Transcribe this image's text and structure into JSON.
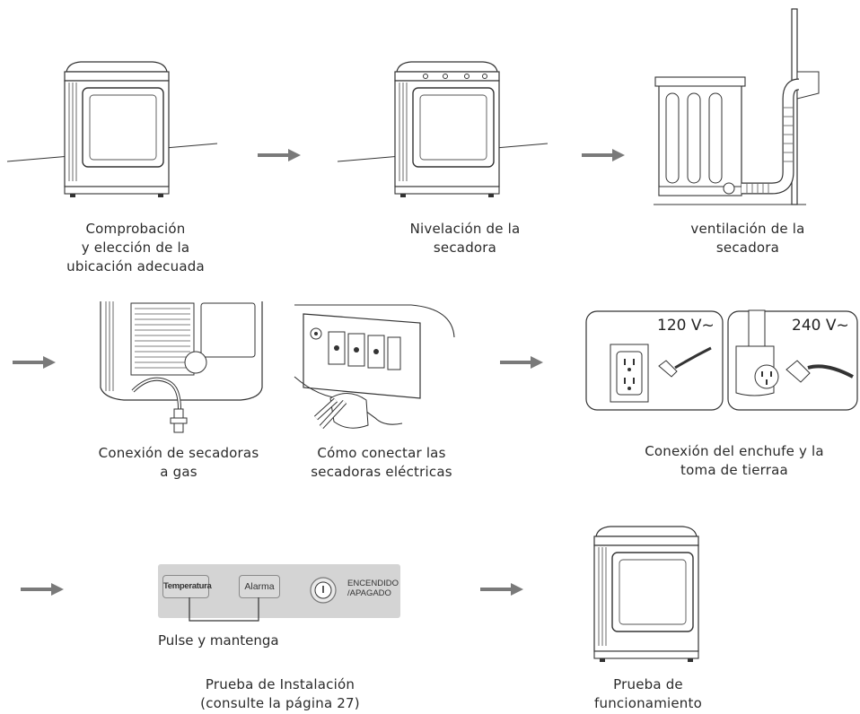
{
  "steps": [
    {
      "id": "location",
      "lines": [
        "Comprobación",
        "y elección de la",
        "ubicación adecuada"
      ]
    },
    {
      "id": "leveling",
      "lines": [
        "Nivelación de la",
        "secadora"
      ]
    },
    {
      "id": "venting",
      "lines": [
        "ventilación de la",
        "secadora"
      ]
    },
    {
      "id": "gas",
      "lines": [
        "Conexión de secadoras",
        "a gas"
      ]
    },
    {
      "id": "electric",
      "lines": [
        "Cómo conectar las",
        "secadoras eléctricas"
      ]
    },
    {
      "id": "plug",
      "lines": [
        "Conexión del enchufe y la",
        "toma de tierraa"
      ]
    },
    {
      "id": "install_test",
      "lines": [
        "Prueba de Instalación",
        "(consulte la página 27)"
      ]
    },
    {
      "id": "operation_test",
      "lines": [
        "Prueba de",
        "funcionamiento"
      ]
    }
  ],
  "outlets": {
    "v120": "120 V~",
    "v240": "240 V~"
  },
  "control_panel": {
    "temperature_button": "Temperatura",
    "alarm_button": "Alarma",
    "power_label_line1": "ENCENDIDO",
    "power_label_line2": "/APAGADO",
    "instruction": "Pulse y mantenga"
  },
  "icons": [
    "arrow-right-icon",
    "power-icon"
  ],
  "colors": {
    "arrow": "#7a7a7a",
    "panel": "#d4d4d4",
    "line": "#333333"
  }
}
